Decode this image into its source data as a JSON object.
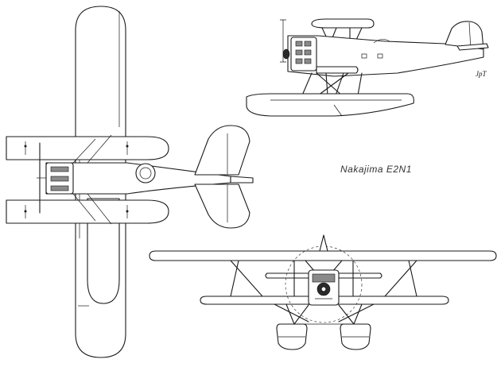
{
  "drawing": {
    "caption": "Nakajima E2N1",
    "artist_initials": "JpT",
    "views": [
      "plan-view",
      "side-view",
      "front-view"
    ]
  },
  "colors": {
    "ink": "#1a1a1a",
    "paper": "#ffffff"
  }
}
